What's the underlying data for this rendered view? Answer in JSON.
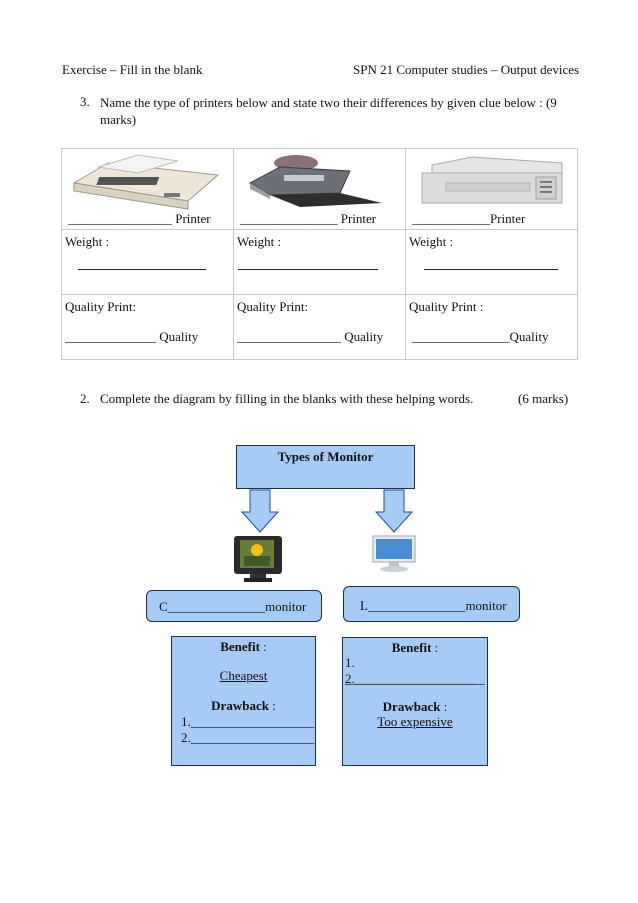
{
  "header": {
    "left": "Exercise – Fill in the blank",
    "right": "SPN 21 Computer studies – Output devices"
  },
  "q3": {
    "number": "3.",
    "text": "Name the type of printers below and state two their differences by given clue below : (9 marks)"
  },
  "printers": [
    {
      "label": "________________ Printer",
      "weight_label": "Weight :",
      "quality_label": "Quality Print:",
      "quality_blank": "______________ Quality"
    },
    {
      "label": "_______________ Printer",
      "weight_label": "Weight :",
      "quality_label": "Quality Print:",
      "quality_blank": "________________ Quality"
    },
    {
      "label": "____________Printer",
      "weight_label": "Weight :",
      "quality_label": "Quality Print :",
      "quality_blank": "_______________Quality"
    }
  ],
  "q2": {
    "number": "2.",
    "text": "Complete the diagram by filling in the blanks with these helping words.",
    "marks": "(6 marks)"
  },
  "diagram": {
    "title": "Types of Monitor",
    "c_type": "C_______________monitor",
    "l_type": "L_______________monitor",
    "left_box": {
      "benefit_label": "Benefit",
      "benefit_colon": " :",
      "benefit_value": "Cheapest",
      "drawback_label": "Drawback",
      "drawback_colon": " :",
      "line1": "1.___________________",
      "line2": "2.___________________"
    },
    "right_box": {
      "benefit_label": "Benefit",
      "benefit_colon": " :",
      "line1": "1. ____________________",
      "line2": "2.____________________",
      "drawback_label": "Drawback",
      "drawback_colon": " :",
      "drawback_value": "Too expensive"
    }
  },
  "colors": {
    "box_fill": "#a6cbf4",
    "box_border": "#1f2f4a"
  }
}
